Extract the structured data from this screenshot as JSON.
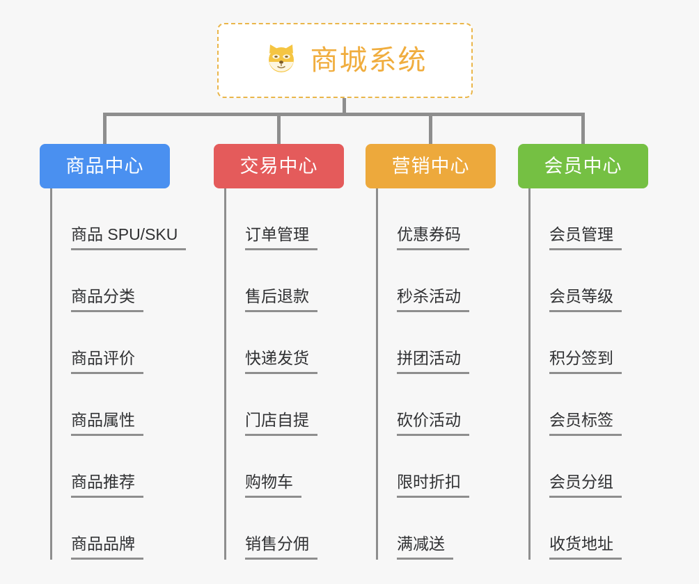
{
  "root": {
    "title": "商城系统",
    "icon": "shiba-dog-icon",
    "title_color": "#f0ad3e",
    "border_color": "#eab64a",
    "background": "#ffffff"
  },
  "canvas": {
    "background": "#f7f7f7",
    "connector_color": "#8e8e8e"
  },
  "branches": [
    {
      "label": "商品中心",
      "color": "#4a90f0",
      "items": [
        "商品 SPU/SKU",
        "商品分类",
        "商品评价",
        "商品属性",
        "商品推荐",
        "商品品牌"
      ]
    },
    {
      "label": "交易中心",
      "color": "#e45b5b",
      "items": [
        "订单管理",
        "售后退款",
        "快递发货",
        "门店自提",
        "购物车",
        "销售分佣"
      ]
    },
    {
      "label": "营销中心",
      "color": "#eda93c",
      "items": [
        "优惠券码",
        "秒杀活动",
        "拼团活动",
        "砍价活动",
        "限时折扣",
        "满减送"
      ]
    },
    {
      "label": "会员中心",
      "color": "#75c043",
      "items": [
        "会员管理",
        "会员等级",
        "积分签到",
        "会员标签",
        "会员分组",
        "收货地址"
      ]
    }
  ]
}
